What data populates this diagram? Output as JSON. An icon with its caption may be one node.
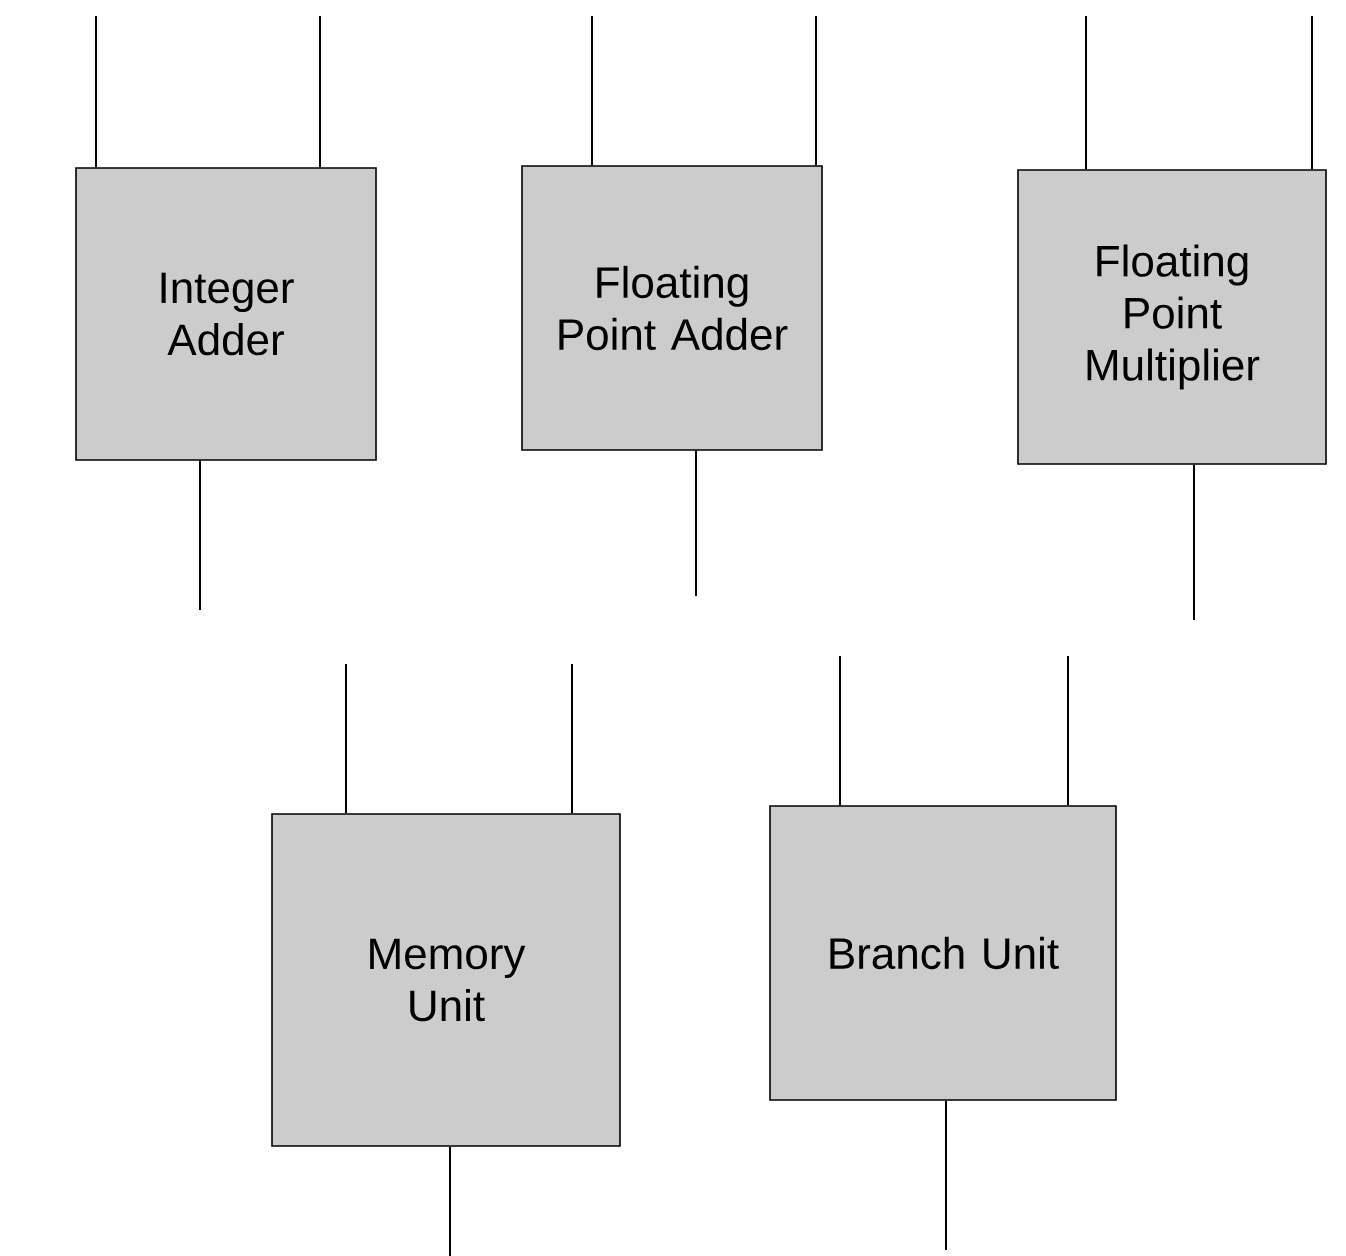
{
  "diagram": {
    "nodes": [
      {
        "text": [
          "Integer Adder"
        ]
      },
      {
        "text": [
          "Floating Point Adder"
        ]
      },
      {
        "text": [
          "Floating Point Multiplier"
        ]
      },
      {
        "text": [
          "Memory Unit"
        ]
      },
      {
        "text": [
          "Branch Unit"
        ]
      }
    ],
    "edges": [
      {
        "from": null,
        "to": 0,
        "arrow": "none"
      },
      {
        "from": null,
        "to": 0,
        "arrow": "none"
      },
      {
        "from": 0,
        "to": null,
        "arrow": "none"
      },
      {
        "from": null,
        "to": 1,
        "arrow": "none"
      },
      {
        "from": null,
        "to": 1,
        "arrow": "none"
      },
      {
        "from": 1,
        "to": null,
        "arrow": "none"
      },
      {
        "from": null,
        "to": 2,
        "arrow": "none"
      },
      {
        "from": null,
        "to": 2,
        "arrow": "none"
      },
      {
        "from": 2,
        "to": null,
        "arrow": "none"
      },
      {
        "from": null,
        "to": 3,
        "arrow": "none"
      },
      {
        "from": null,
        "to": 3,
        "arrow": "none"
      },
      {
        "from": 3,
        "to": null,
        "arrow": "none"
      },
      {
        "from": null,
        "to": 4,
        "arrow": "none"
      },
      {
        "from": null,
        "to": 4,
        "arrow": "none"
      },
      {
        "from": 4,
        "to": null,
        "arrow": "none"
      }
    ]
  }
}
